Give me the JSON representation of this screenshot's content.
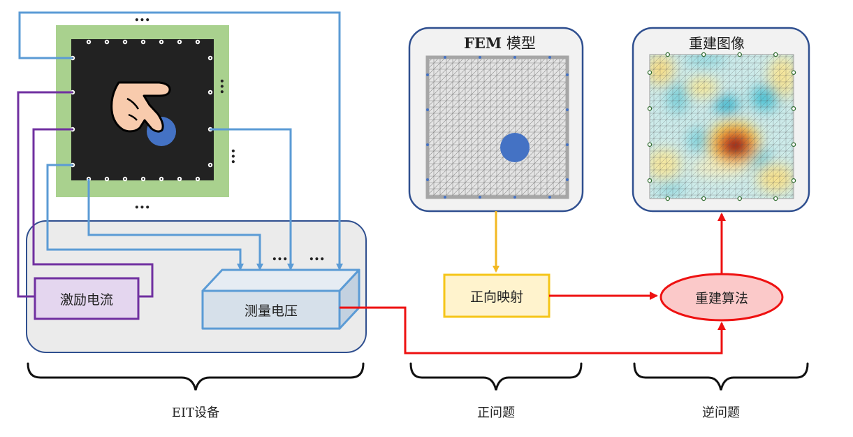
{
  "labels": {
    "fem_title_latin": "FEM",
    "fem_title_cjk": "模型",
    "recon_title": "重建图像",
    "excitation": "激励电流",
    "measure": "测量电压",
    "forward_mapping": "正向映射",
    "recon_algorithm": "重建算法",
    "group_eit": "EIT设备",
    "group_forward": "正问题",
    "group_inverse": "逆问题",
    "ellipsis": "..."
  },
  "colors": {
    "wire_blue": "#5b9bd5",
    "wire_purple": "#7030a0",
    "arrow_red": "#ee1111",
    "arrow_yellow": "#f2b822",
    "sensor_green": "#a9d18e",
    "sensor_black": "#222222",
    "target_blue": "#4472c4",
    "device_fill": "#ebebeb",
    "device_border": "#2f4f8f",
    "excite_fill": "#e4d6ef",
    "measure_fill": "#d6e0ea",
    "forward_fill": "#fff3cd",
    "forward_border": "#f5c518",
    "recon_fill": "#fbc9c9"
  },
  "icons": [
    "pointing-hand-icon",
    "electrode-icon"
  ]
}
